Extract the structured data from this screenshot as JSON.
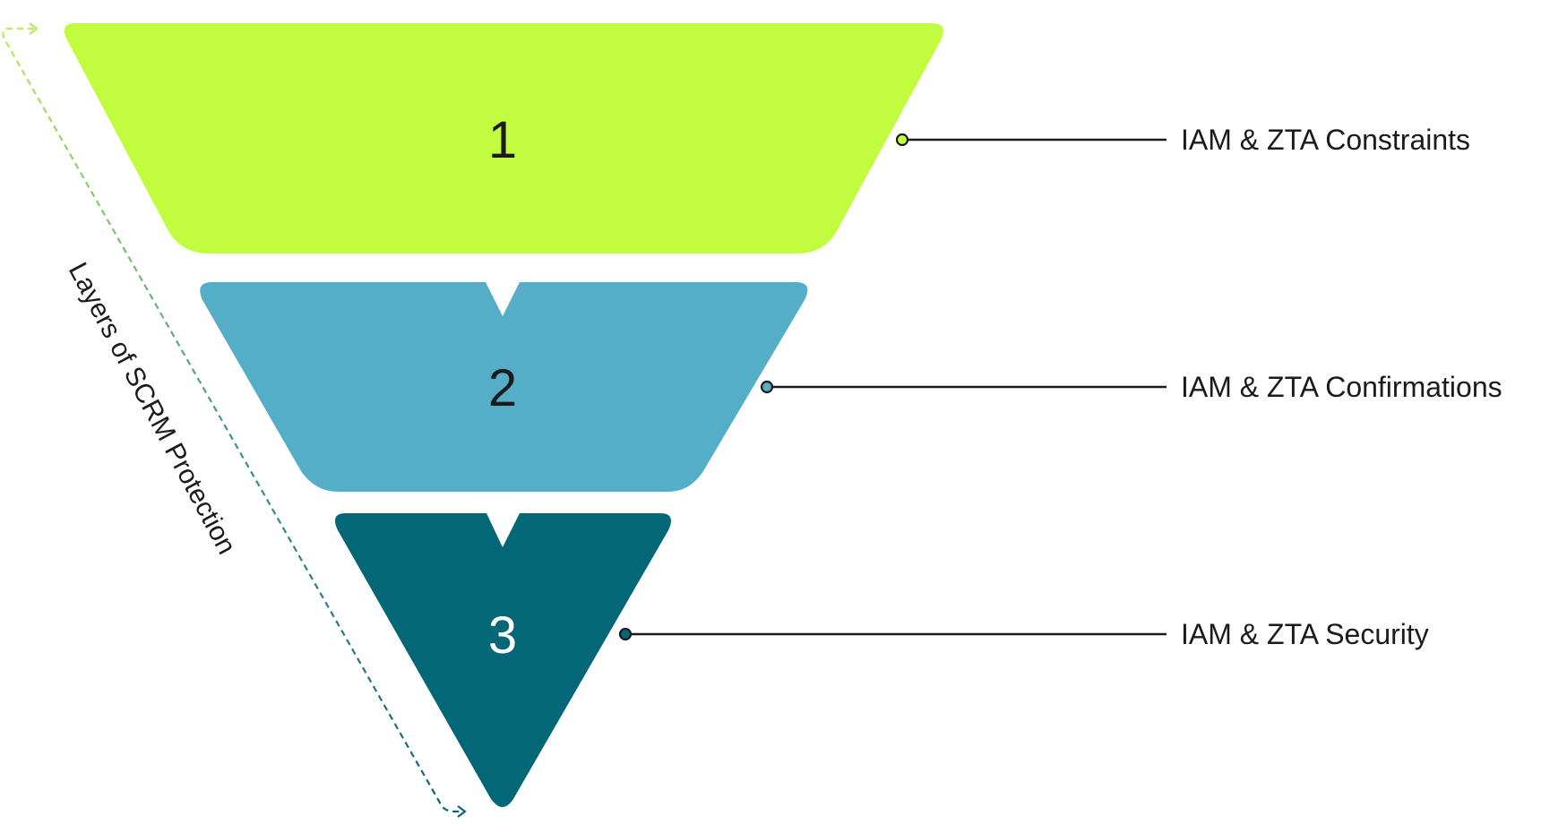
{
  "diagram": {
    "axis_label": "Layers of SCRM Protection",
    "layers": [
      {
        "number": "1",
        "label": "IAM & ZTA Constraints",
        "color": "#c1fd3e",
        "number_color": "#1b1b1b"
      },
      {
        "number": "2",
        "label": "IAM & ZTA Confirmations",
        "color": "#55aec7",
        "number_color": "#1b1b1b"
      },
      {
        "number": "3",
        "label": "IAM & ZTA Security",
        "color": "#046777",
        "number_color": "#ffffff"
      }
    ],
    "arrow_gradient": [
      "#b4ef54",
      "#3a8f8f",
      "#0f6377"
    ]
  }
}
